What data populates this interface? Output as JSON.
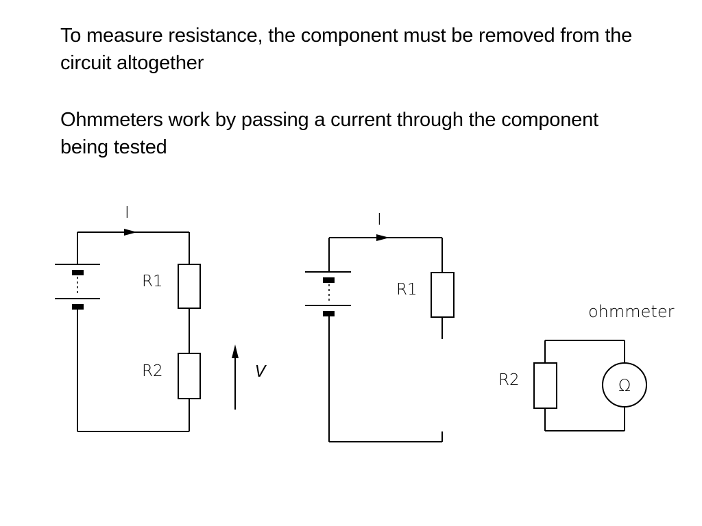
{
  "text": {
    "paragraph1": "To measure resistance, the component must be removed from the circuit altogether",
    "paragraph2": "Ohmmeters work by passing a current through the component being tested"
  },
  "circuit1": {
    "current_label": "I",
    "r1_label": "R1",
    "r2_label": "R2",
    "voltage_label": "V"
  },
  "circuit2": {
    "current_label": "I",
    "r1_label": "R1"
  },
  "ohmmeter_circuit": {
    "title": "ohmmeter",
    "r2_label": "R2",
    "symbol": "Ω"
  },
  "colors": {
    "ink": "#000000",
    "background": "#ffffff"
  }
}
